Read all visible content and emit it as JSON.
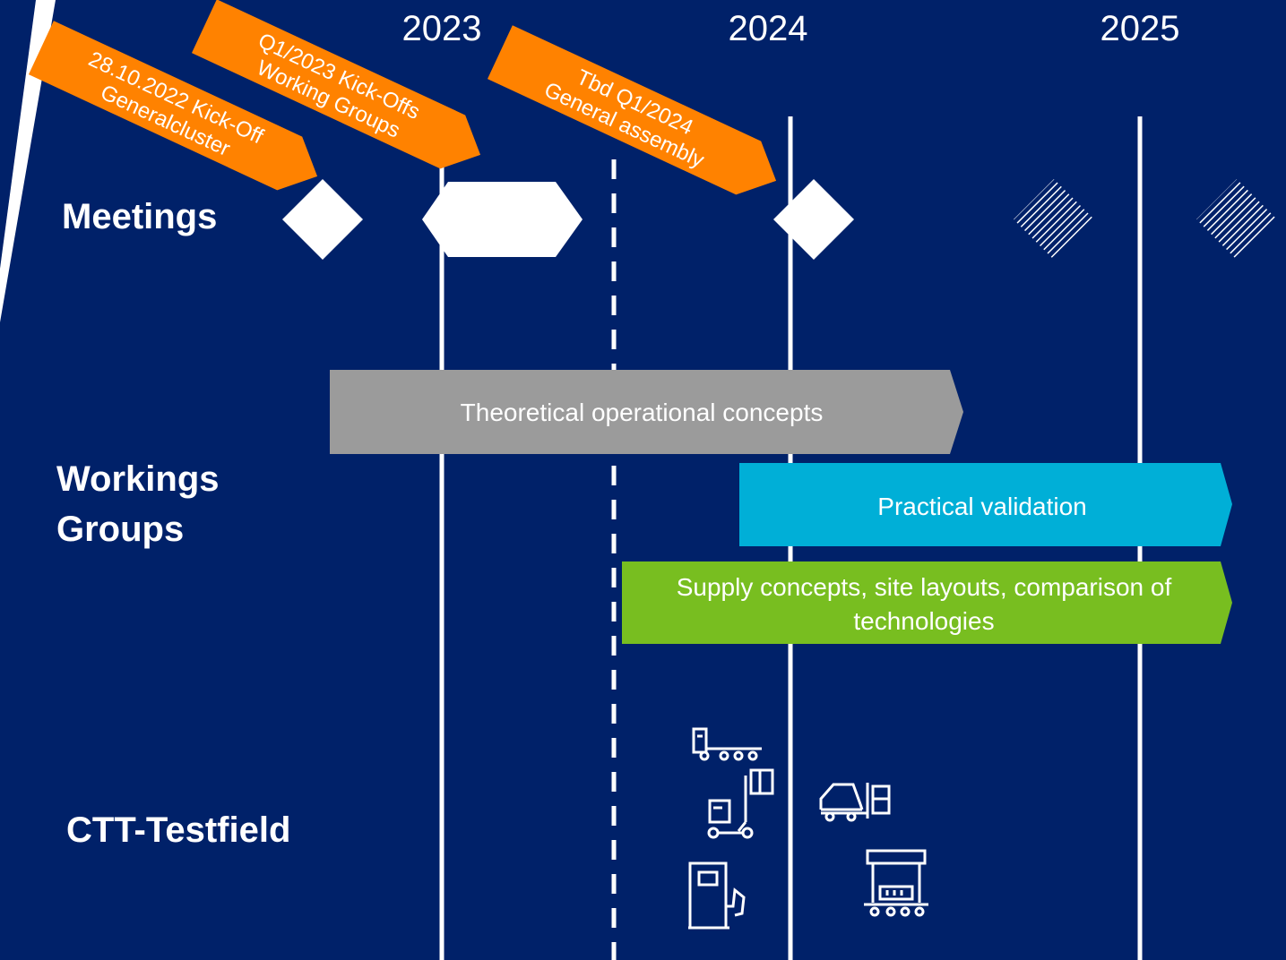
{
  "colors": {
    "background": "#002169",
    "flag": "#ff8200",
    "bar_theoretical": "#9b9b9b",
    "bar_practical": "#00afd7",
    "bar_supply": "#78be20",
    "milestone": "#ffffff"
  },
  "years": [
    "2023",
    "2024",
    "2025"
  ],
  "rows": {
    "meetings": "Meetings",
    "working_groups": [
      "Workings",
      "Groups"
    ],
    "testfield": "CTT-Testfield"
  },
  "flags": [
    {
      "line1": "28.10.2022 Kick-Off",
      "line2": "Generalcluster"
    },
    {
      "line1": "Q1/2023 Kick-Offs",
      "line2": "Working Groups"
    },
    {
      "line1": "Tbd Q1/2024",
      "line2": "General assembly"
    }
  ],
  "bars": {
    "theoretical": "Theoretical operational concepts",
    "practical": "Practical validation",
    "supply_line1": "Supply concepts, site layouts, comparison of",
    "supply_line2": "technologies"
  },
  "milestones": [
    {
      "shape": "diamond",
      "style": "solid"
    },
    {
      "shape": "hexagon",
      "style": "solid"
    },
    {
      "shape": "diamond",
      "style": "solid"
    },
    {
      "shape": "diamond",
      "style": "hatched"
    },
    {
      "shape": "diamond",
      "style": "hatched"
    }
  ],
  "icons": [
    "tractor-trailer-icon",
    "forklift-icon",
    "charging-station-icon",
    "reach-stacker-icon",
    "gantry-crane-icon"
  ]
}
